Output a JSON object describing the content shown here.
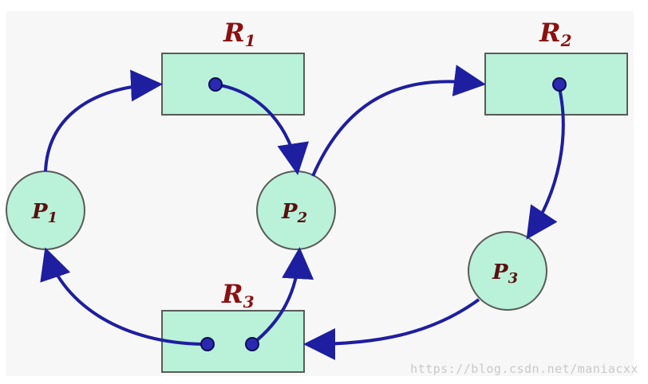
{
  "colors": {
    "panel_bg": "#f7f7f7",
    "node_fill": "#b9f1d9",
    "node_stroke": "#5a5a5a",
    "resource_label": "#8b1010",
    "process_label": "#5b0f0f",
    "arrow": "#1e1ea0",
    "dot": "#2a2ab0"
  },
  "resources": {
    "r1": {
      "letter": "R",
      "index": "1"
    },
    "r2": {
      "letter": "R",
      "index": "2"
    },
    "r3": {
      "letter": "R",
      "index": "3"
    }
  },
  "processes": {
    "p1": {
      "letter": "P",
      "index": "1"
    },
    "p2": {
      "letter": "P",
      "index": "2"
    },
    "p3": {
      "letter": "P",
      "index": "3"
    }
  },
  "watermark": "https://blog.csdn.net/maniacxx"
}
